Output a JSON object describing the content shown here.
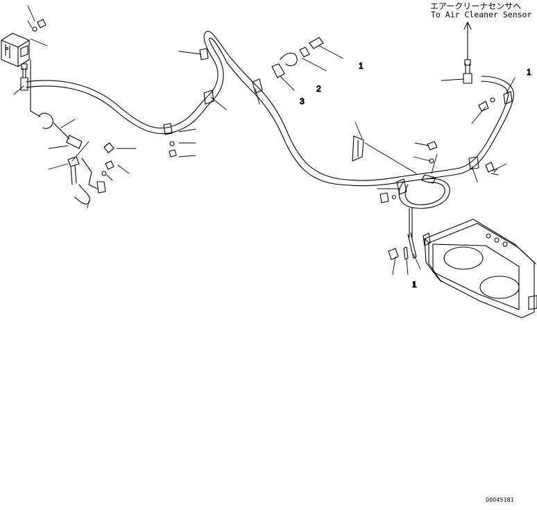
{
  "diagram": {
    "destination_note_jp": "エアークリーナセンサへ",
    "destination_note_en": "To Air Cleaner Sensor",
    "drawing_number": "00045181",
    "callout_numbers": [
      "1",
      "1",
      "2",
      "3",
      "1"
    ]
  }
}
